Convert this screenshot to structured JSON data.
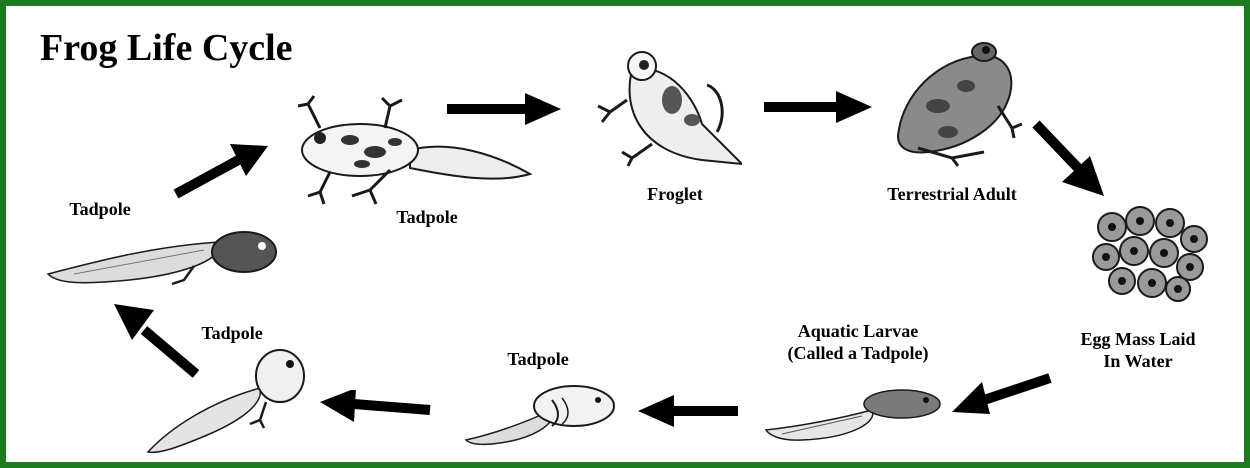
{
  "title": "Frog Life Cycle",
  "colors": {
    "border": "#1e7a1e",
    "arrow": "#000000",
    "ink": "#1a1a1a"
  },
  "stages": {
    "tadpole_legs": "Tadpole",
    "froglet": "Froglet",
    "adult": "Terrestrial Adult",
    "eggs": {
      "line1": "Egg Mass Laid",
      "line2": "In Water"
    },
    "larvae": {
      "line1": "Aquatic Larvae",
      "line2": "(Called a Tadpole)"
    },
    "tadpole_gills": "Tadpole",
    "tadpole_hind": "Tadpole",
    "tadpole_long": "Tadpole"
  }
}
